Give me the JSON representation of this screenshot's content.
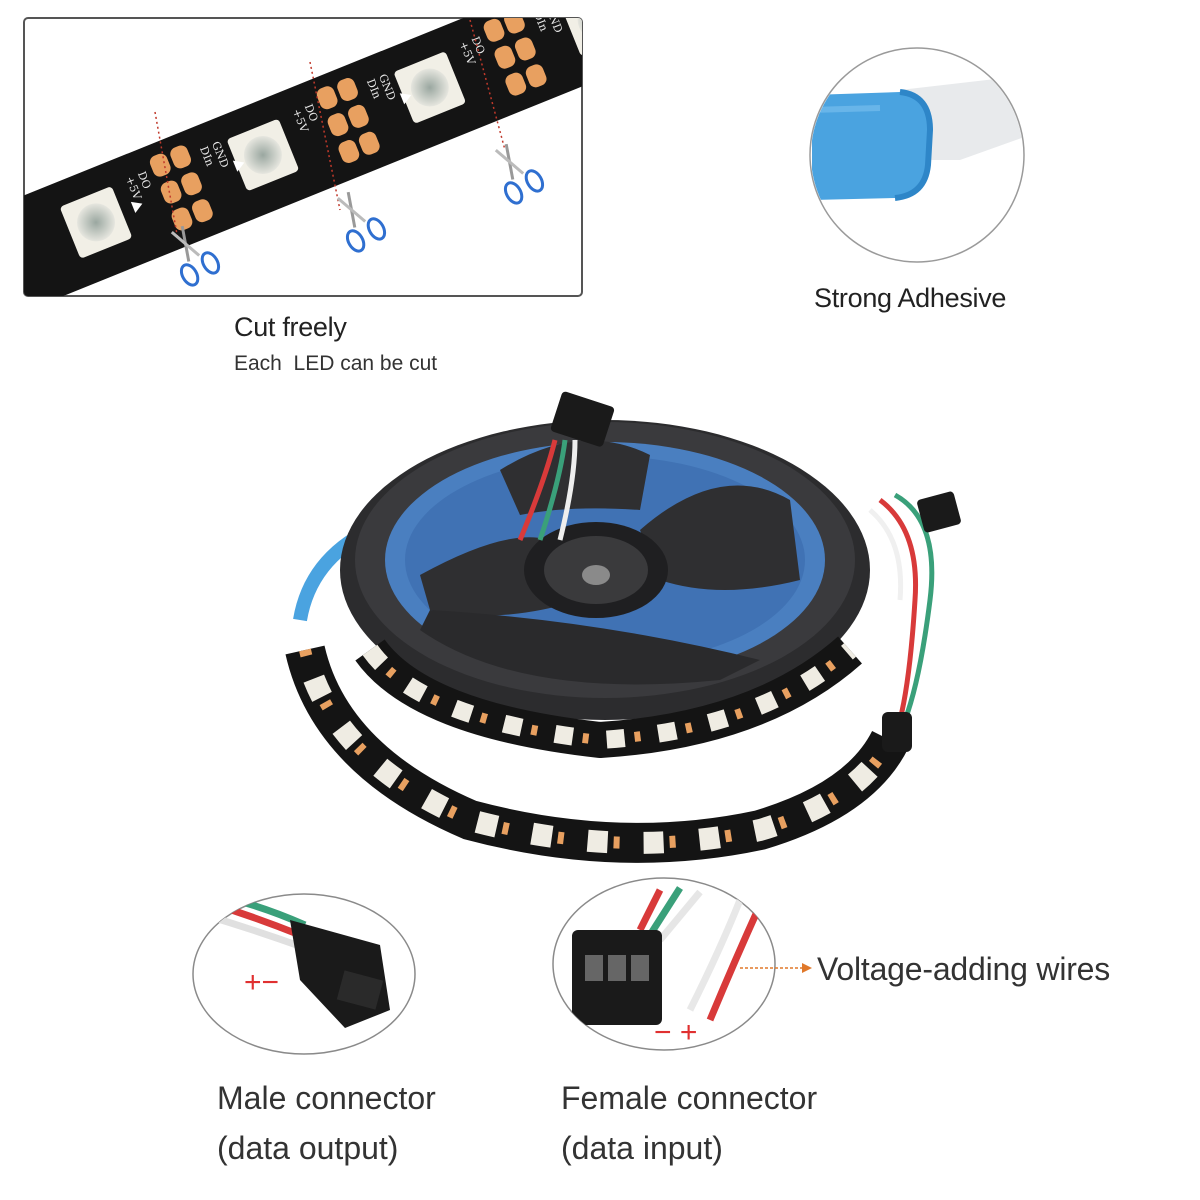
{
  "cut_section": {
    "title": "Cut freely",
    "subtitle": "Each  LED can be cut",
    "pad_labels": [
      "+5V",
      "DO",
      "GND",
      "DIn"
    ]
  },
  "adhesive_section": {
    "title": "Strong Adhesive"
  },
  "male_connector": {
    "line1": "Male connector",
    "line2": "(data output)",
    "polarity": "+−"
  },
  "female_connector": {
    "line1": "Female connector",
    "line2": "(data input)",
    "polarity": "− +"
  },
  "voltage_wires": {
    "label": "Voltage-adding wires"
  },
  "colors": {
    "strip": "#141414",
    "pad": "#e8a060",
    "adhesive_blue": "#4aa3e0",
    "wire_red": "#d83a3a",
    "wire_green": "#3aa07a",
    "scissors_blue": "#2f6fd0",
    "arrow_orange": "#e0782a"
  }
}
